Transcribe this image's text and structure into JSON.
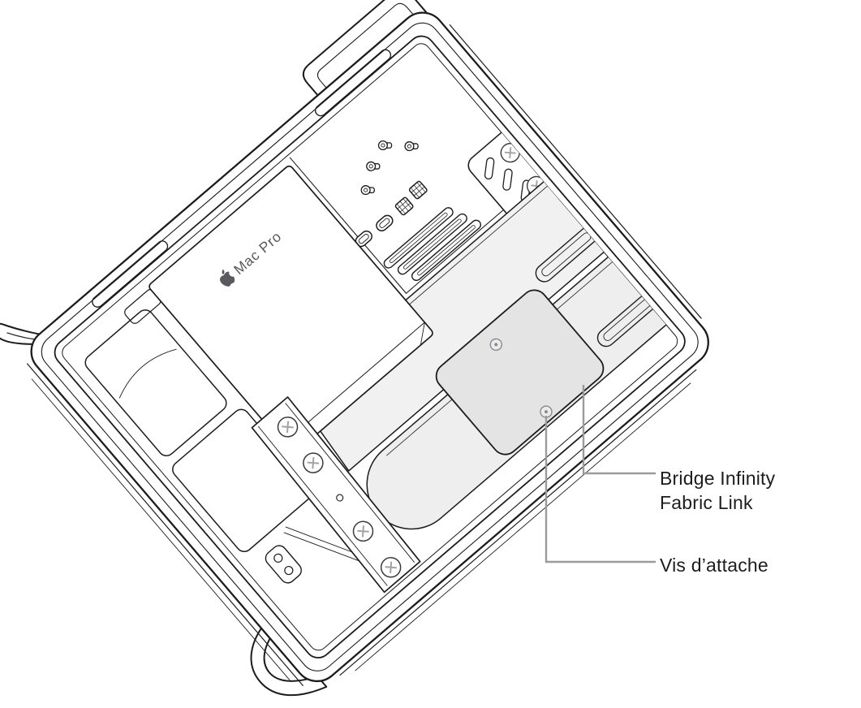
{
  "figure": {
    "logo_text": "Mac Pro",
    "callouts": [
      {
        "id": "bridge-infinity-fabric-link",
        "line1": "Bridge Infinity",
        "line2": "Fabric Link"
      },
      {
        "id": "vis-attache",
        "line1": "Vis d’attache"
      }
    ],
    "colors": {
      "line": "#1c1c1e",
      "leader": "#9b9b9f",
      "label_text": "#1d1d1f",
      "bridge_fill": "#e4e4e5",
      "module_fill_upper": "#f1f1f2",
      "module_fill_lower": "#eeeeef",
      "engraving": "#59595e",
      "background": "#ffffff"
    }
  }
}
